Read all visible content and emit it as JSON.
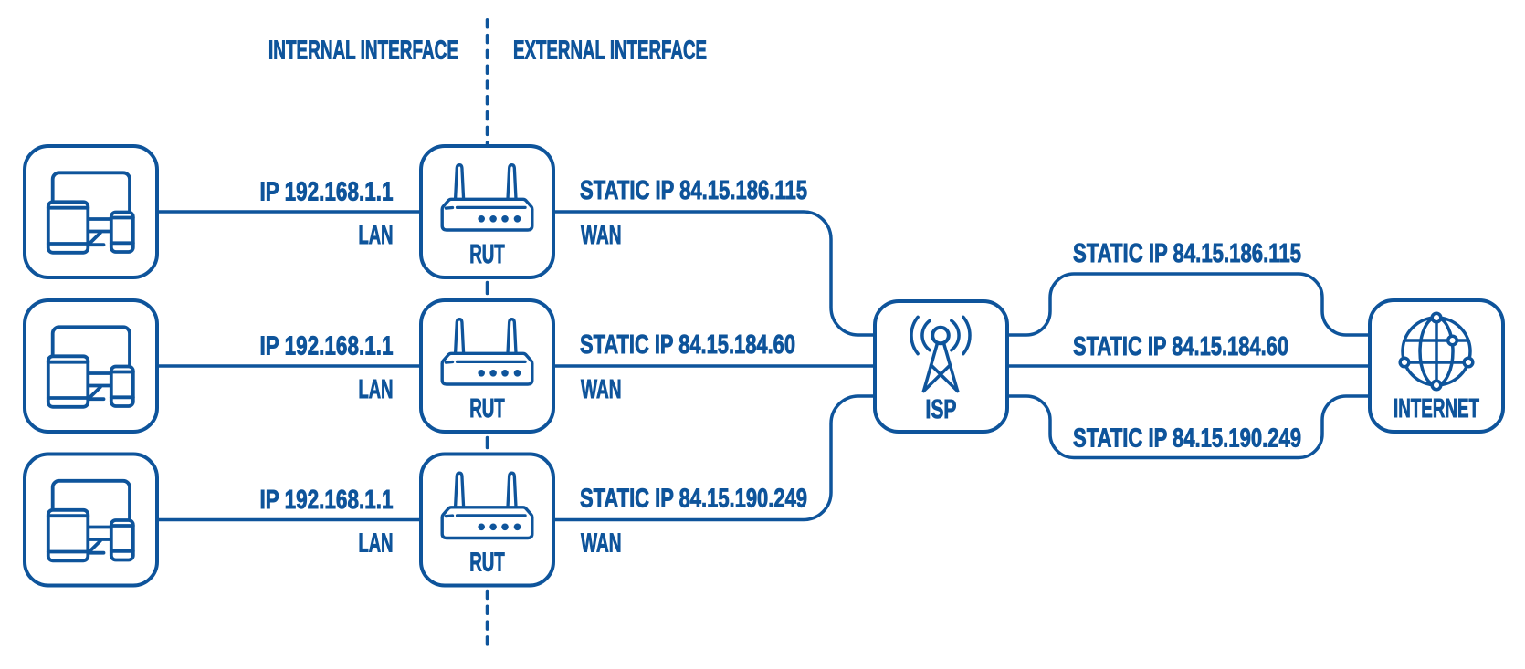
{
  "colors": {
    "line_blue": "#0e549b",
    "background": "#ffffff"
  },
  "headers": {
    "internal": "INTERNAL INTERFACE",
    "external": "EXTERNAL INTERFACE"
  },
  "rows": [
    {
      "lan_ip_label": "IP 192.168.1.1",
      "lan_port_label": "LAN",
      "router_label": "RUT",
      "wan_ip_label": "STATIC IP 84.15.186.115",
      "wan_port_label": "WAN"
    },
    {
      "lan_ip_label": "IP 192.168.1.1",
      "lan_port_label": "LAN",
      "router_label": "RUT",
      "wan_ip_label": "STATIC IP 84.15.184.60",
      "wan_port_label": "WAN"
    },
    {
      "lan_ip_label": "IP 192.168.1.1",
      "lan_port_label": "LAN",
      "router_label": "RUT",
      "wan_ip_label": "STATIC IP 84.15.190.249",
      "wan_port_label": "WAN"
    }
  ],
  "isp": {
    "label": "ISP",
    "links": [
      "STATIC IP 84.15.186.115",
      "STATIC IP 84.15.184.60",
      "STATIC IP 84.15.190.249"
    ]
  },
  "internet": {
    "label": "INTERNET"
  }
}
